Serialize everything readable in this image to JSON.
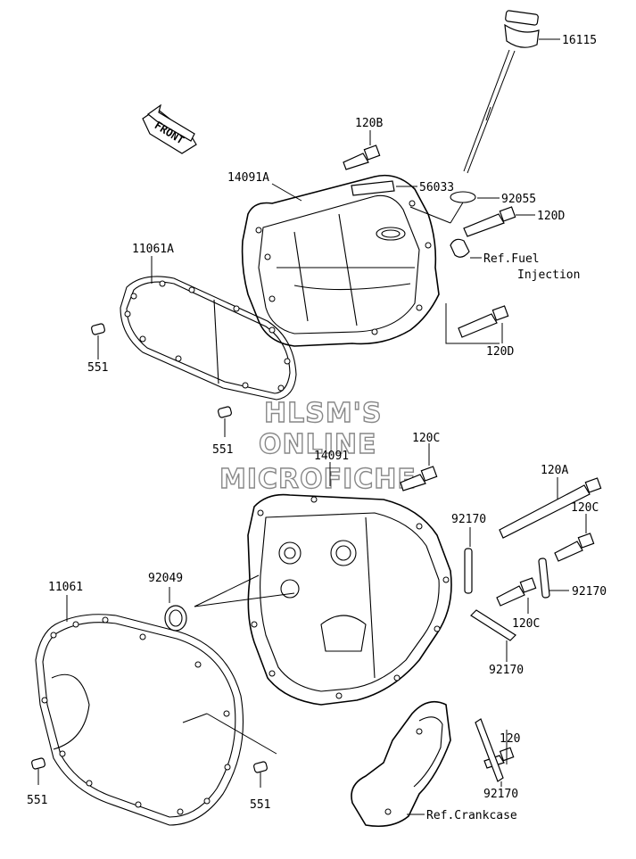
{
  "diagram": {
    "front_label": "FRONT",
    "watermark": [
      "HLSM'S",
      "ONLINE",
      "MICROFICHE"
    ],
    "part_labels": {
      "p16115": "16115",
      "p120B": "120B",
      "p14091A": "14091A",
      "p56033": "56033",
      "p92055": "92055",
      "p120D_top": "120D",
      "ref_fuel_1": "Ref.Fuel",
      "ref_fuel_2": "Injection",
      "p120D_low": "120D",
      "p11061A": "11061A",
      "p551_a": "551",
      "p551_b": "551",
      "p120C_top": "120C",
      "p14091": "14091",
      "p120A": "120A",
      "p120C_right": "120C",
      "p92170_a": "92170",
      "p92170_b": "92170",
      "p92049": "92049",
      "p11061": "11061",
      "p120C_mid": "120C",
      "p92170_c": "92170",
      "p120": "120",
      "p551_c": "551",
      "p551_d": "551",
      "p92170_d": "92170",
      "ref_crankcase": "Ref.Crankcase"
    }
  }
}
